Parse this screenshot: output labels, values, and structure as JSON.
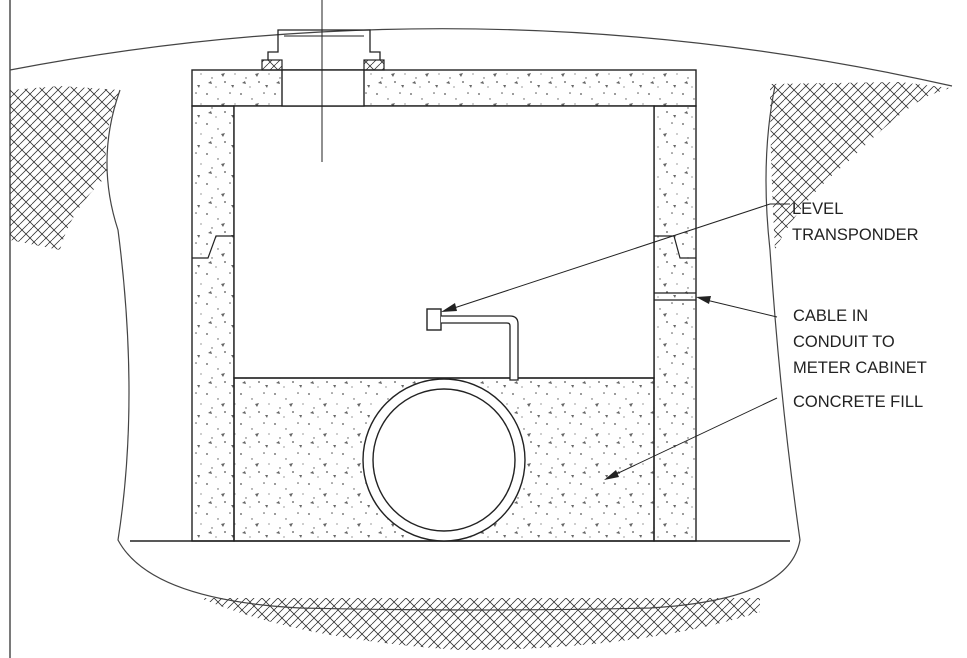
{
  "labels": {
    "level_transponder": [
      "LEVEL",
      "TRANSPONDER"
    ],
    "cable_in_conduit": [
      "CABLE IN",
      "CONDUIT TO",
      "METER CABINET"
    ],
    "concrete_fill": [
      "CONCRETE FILL"
    ]
  },
  "colors": {
    "line": "#222222",
    "concrete_speckle": "#555555",
    "background": "#ffffff"
  }
}
